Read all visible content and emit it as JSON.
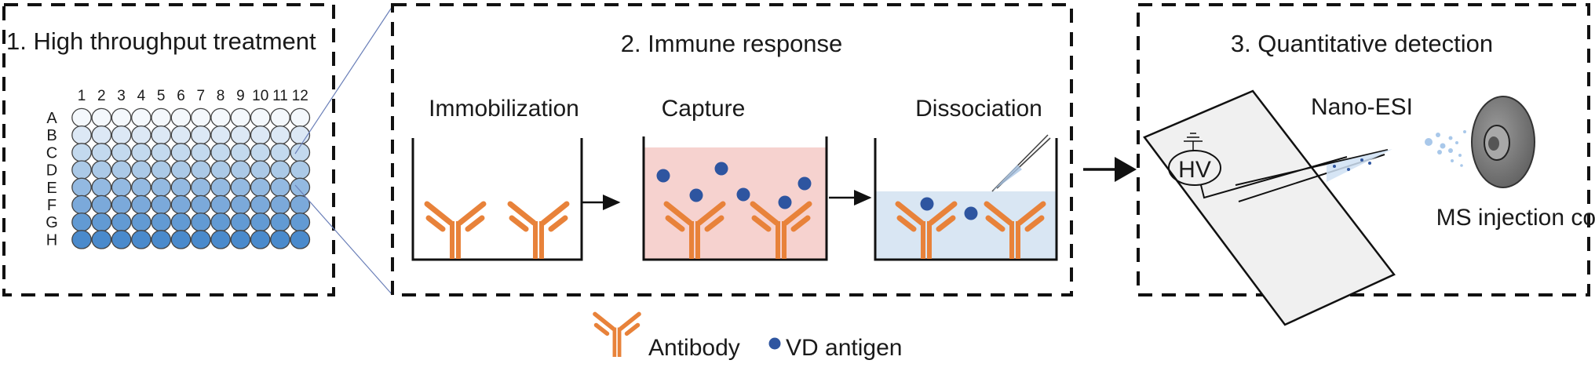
{
  "panels": {
    "treatment": {
      "title": "1. High throughput treatment",
      "columns": [
        "1",
        "2",
        "3",
        "4",
        "5",
        "6",
        "7",
        "8",
        "9",
        "10",
        "11",
        "12"
      ],
      "rows": [
        "A",
        "B",
        "C",
        "D",
        "E",
        "F",
        "G",
        "H"
      ]
    },
    "immune": {
      "title": "2. Immune response",
      "steps": [
        {
          "label": "Immobilization"
        },
        {
          "label": "Capture"
        },
        {
          "label": "Dissociation"
        }
      ]
    },
    "detection": {
      "title": "3. Quantitative detection",
      "nano_esi_label": "Nano-ESI",
      "hv_label": "HV",
      "cone_label": "MS injection cone"
    }
  },
  "legend": {
    "antibody_label": "Antibody",
    "antigen_label": "VD antigen"
  },
  "colors": {
    "antibody": "#e8823a",
    "antigen": "#2e55a0",
    "capture_solution": "#f6d2cf",
    "dissociation_solution": "#d9e6f3",
    "plate_light": "#f4f8fc",
    "plate_dark": "#4a8acc",
    "paper": "#f0f0f0",
    "cone": "#7a7a7a"
  }
}
